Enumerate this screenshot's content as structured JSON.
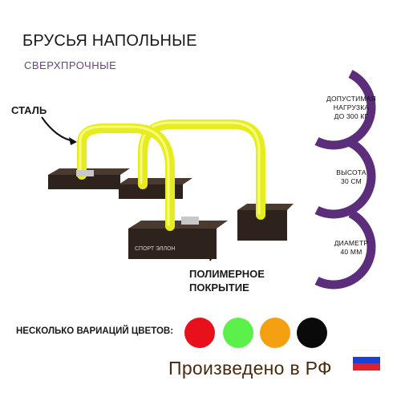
{
  "product": {
    "title": "БРУСЬЯ НАПОЛЬНЫЕ",
    "subtitle": "СВЕРХПРОЧНЫЕ"
  },
  "callouts": {
    "steel": "СТАЛЬ",
    "coating_line1": "ПОЛИМЕРНОЕ",
    "coating_line2": "ПОКРЫТИЕ"
  },
  "brand_on_base": "СПОРТ ЭЛЛОН",
  "badges": [
    {
      "lines": [
        "ДОПУСТИМАЯ",
        "НАГРУЗКА",
        "ДО 300 КГ"
      ]
    },
    {
      "lines": [
        "ВЫСОТА",
        "30 СМ"
      ]
    },
    {
      "lines": [
        "ДИАМЕТР",
        "40 ММ"
      ]
    }
  ],
  "colors": {
    "label": "НЕСКОЛЬКО ВАРИАЦИЙ ЦВЕТОВ:",
    "options": [
      {
        "name": "red",
        "hex": "#e8101a"
      },
      {
        "name": "green",
        "hex": "#5cf04a"
      },
      {
        "name": "orange",
        "hex": "#f5a010"
      },
      {
        "name": "black",
        "hex": "#0a0a0a"
      }
    ]
  },
  "made_in": "Произведено в РФ",
  "palette": {
    "bar_yellow": "#e6ec1e",
    "base_dark": "#3a2a22",
    "badge_purple": "#5b2d7a"
  }
}
